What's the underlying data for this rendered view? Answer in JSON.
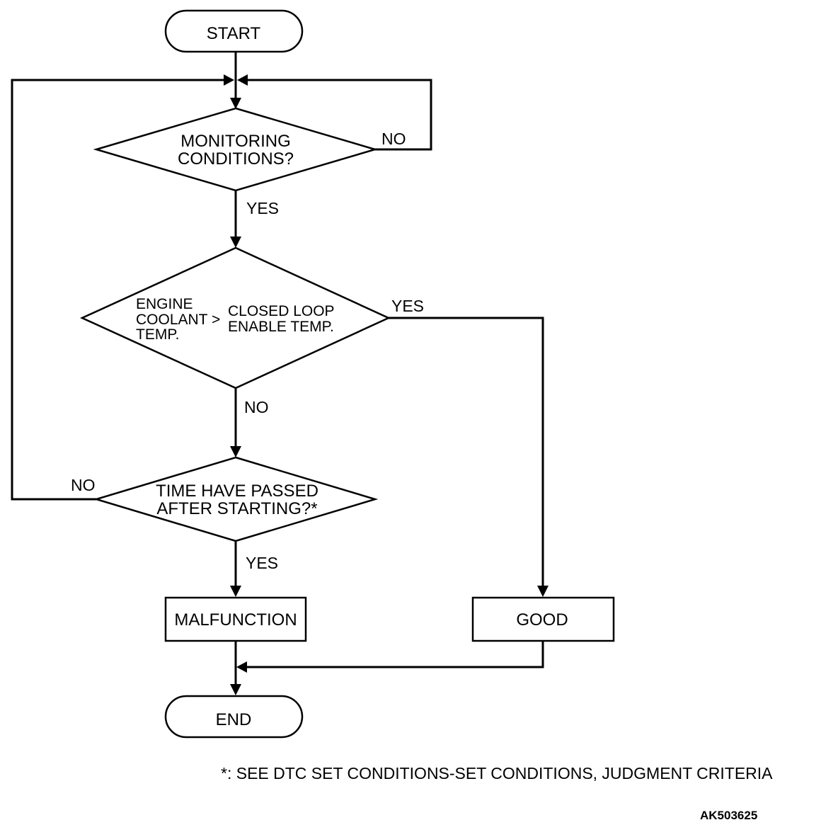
{
  "nodes": {
    "start": "START",
    "monitoring_line1": "MONITORING",
    "monitoring_line2": "CONDITIONS?",
    "coolant_left_line1": "ENGINE",
    "coolant_left_line2": "COOLANT >",
    "coolant_left_line3": "TEMP.",
    "coolant_right_line1": "CLOSED LOOP",
    "coolant_right_line2": "ENABLE TEMP.",
    "time_line1": "TIME HAVE PASSED",
    "time_line2": "AFTER STARTING?*",
    "malfunction": "MALFUNCTION",
    "good": "GOOD",
    "end": "END"
  },
  "edge_labels": {
    "monitoring_no": "NO",
    "monitoring_yes": "YES",
    "coolant_yes": "YES",
    "coolant_no": "NO",
    "time_no": "NO",
    "time_yes": "YES"
  },
  "footnote": "*: SEE DTC SET CONDITIONS-SET CONDITIONS, JUDGMENT CRITERIA",
  "figure_code": "AK503625"
}
